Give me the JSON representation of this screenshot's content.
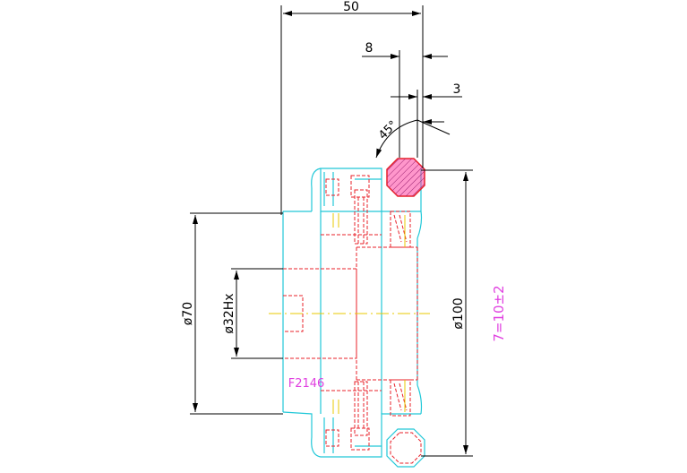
{
  "drawing": {
    "dimensions": {
      "overall_width": "50",
      "groove_width": "8",
      "offset": "3",
      "chamfer_angle": "45°",
      "diameter_outer": "ø100",
      "diameter_mid": "ø70",
      "diameter_bore": "ø32Hx"
    },
    "part_code": "F2146",
    "note": "7=10±2",
    "colors": {
      "dimension": "#000000",
      "outline": "#22c8d8",
      "hidden": "#e8202a",
      "centerline": "#e8c800",
      "annotation": "#e040e0",
      "seal_fill": "#ff40a0"
    }
  }
}
